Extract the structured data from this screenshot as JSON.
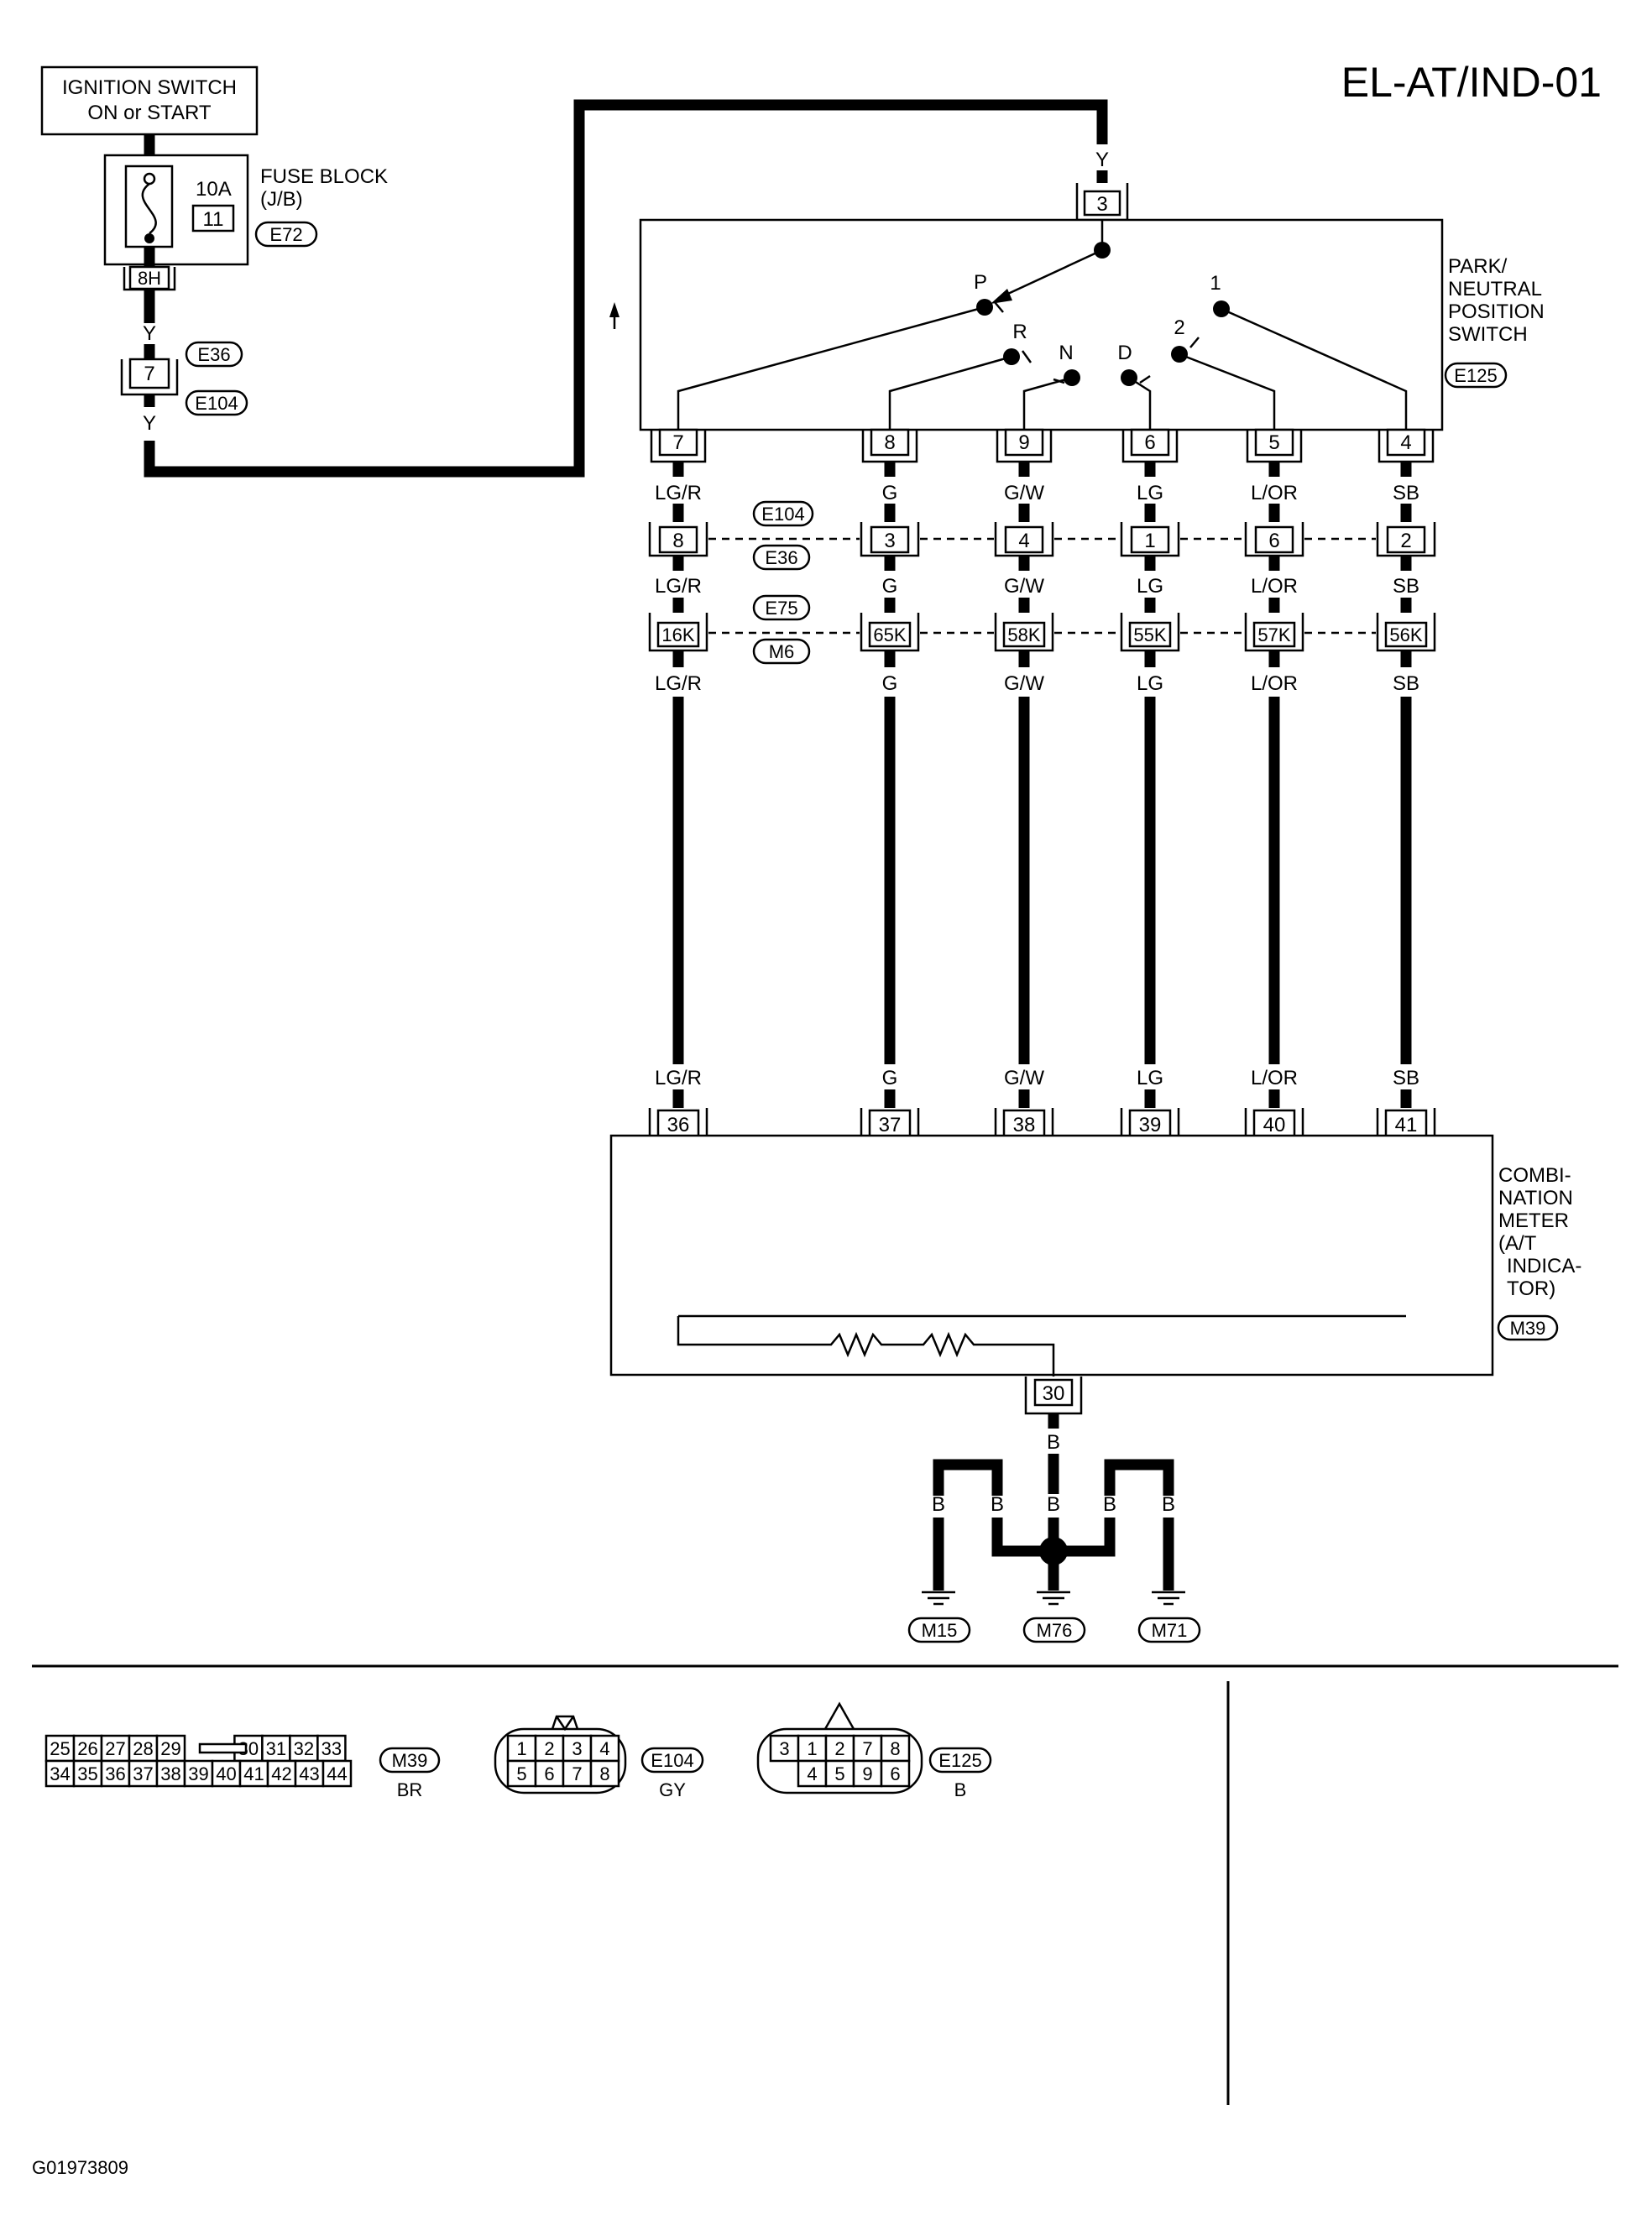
{
  "page_code": "EL-AT/IND-01",
  "figure_id": "G01973809",
  "ignition": {
    "line1": "IGNITION SWITCH",
    "line2": "ON or START"
  },
  "fuse": {
    "name": "FUSE BLOCK",
    "sub": "(J/B)",
    "rating": "10A",
    "number": "11",
    "connector": "E72",
    "terminal": "8H"
  },
  "feed": {
    "wire": "Y",
    "pin": "7",
    "conn_a": "E36",
    "conn_b": "E104",
    "switch_pin": "3"
  },
  "switch": {
    "name_lines": [
      "PARK/",
      "NEUTRAL",
      "POSITION",
      "SWITCH"
    ],
    "connector": "E125",
    "positions": [
      "P",
      "R",
      "N",
      "D",
      "2",
      "1"
    ]
  },
  "circuits": [
    {
      "sw_pin": "7",
      "wire": "LG/R",
      "e104_pin": "8",
      "e75_pin": "16K",
      "meter_pin": "36",
      "lamp": "P"
    },
    {
      "sw_pin": "8",
      "wire": "G",
      "e104_pin": "3",
      "e75_pin": "65K",
      "meter_pin": "37",
      "lamp": "R"
    },
    {
      "sw_pin": "9",
      "wire": "G/W",
      "e104_pin": "4",
      "e75_pin": "58K",
      "meter_pin": "38",
      "lamp": "N"
    },
    {
      "sw_pin": "6",
      "wire": "LG",
      "e104_pin": "1",
      "e75_pin": "55K",
      "meter_pin": "39",
      "lamp": "D"
    },
    {
      "sw_pin": "5",
      "wire": "L/OR",
      "e104_pin": "6",
      "e75_pin": "57K",
      "meter_pin": "40",
      "lamp": "2"
    },
    {
      "sw_pin": "4",
      "wire": "SB",
      "e104_pin": "2",
      "e75_pin": "56K",
      "meter_pin": "41",
      "lamp": "1"
    }
  ],
  "joint_a": {
    "upper": "E104",
    "lower": "E36"
  },
  "joint_b": {
    "upper": "E75",
    "lower": "M6"
  },
  "meter": {
    "name_lines": [
      "COMBI-",
      "NATION",
      "METER",
      "(A/T",
      "INDICA-",
      "TOR)"
    ],
    "connector": "M39",
    "ground_pin": "30"
  },
  "ground": {
    "wire": "B",
    "points": [
      "M15",
      "M76",
      "M71"
    ]
  },
  "connector_views": {
    "m39": {
      "top": [
        "25",
        "26",
        "27",
        "28",
        "29",
        "30",
        "31",
        "32",
        "33"
      ],
      "bottom": [
        "34",
        "35",
        "36",
        "37",
        "38",
        "39",
        "40",
        "41",
        "42",
        "43",
        "44"
      ],
      "name": "M39",
      "color": "BR"
    },
    "e104": {
      "top": [
        "1",
        "2",
        "3",
        "4"
      ],
      "bottom": [
        "5",
        "6",
        "7",
        "8"
      ],
      "name": "E104",
      "color": "GY"
    },
    "e125": {
      "top": [
        "3",
        "1",
        "2",
        "7",
        "8"
      ],
      "bottom": [
        "4",
        "5",
        "9",
        "6"
      ],
      "name": "E125",
      "color": "B"
    }
  }
}
